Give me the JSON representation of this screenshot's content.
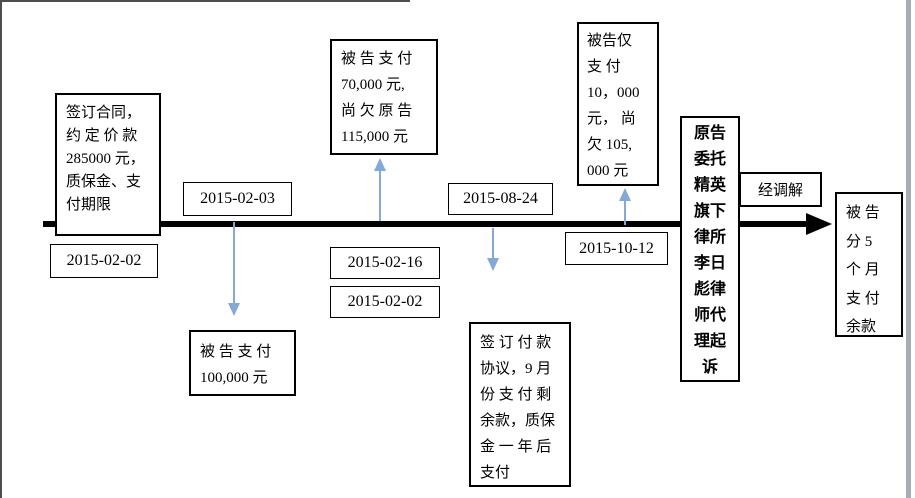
{
  "diagram": {
    "colors": {
      "timeline_black": "#000000",
      "connector_blue": "#84a9d4",
      "page_edge_gray": "#a8acb5"
    },
    "nodes": {
      "contract": {
        "lines": [
          "签订合同，",
          "约 定 价 款",
          "285000 元，",
          "质保金、支",
          "付期限"
        ]
      },
      "contract_date": {
        "label": "2015-02-02"
      },
      "date_0203": {
        "label": "2015-02-03"
      },
      "pay_100k": {
        "lines": [
          "被 告 支 付",
          "100,000 元"
        ]
      },
      "pay_70k": {
        "lines": [
          "被 告 支 付",
          "70,000 元,",
          "尚 欠 原 告",
          "115,000 元"
        ]
      },
      "date_0824": {
        "label": "2015-08-24"
      },
      "date_0216": {
        "label": "2015-02-16"
      },
      "date_0202": {
        "label": "2015-02-02"
      },
      "agreement": {
        "lines": [
          "签 订 付 款",
          "协议，9 月",
          "份 支 付 剩",
          "余款，质保",
          "金 一 年 后",
          "支付"
        ]
      },
      "pay_10k": {
        "lines": [
          "被告仅",
          "支  付",
          "10，000",
          "元， 尚",
          "欠 105,",
          "000 元"
        ]
      },
      "date_1012": {
        "label": "2015-10-12"
      },
      "lawyer": {
        "lines": [
          "原告",
          "委托",
          "精英",
          "旗下",
          "律所",
          "李日",
          "彪律",
          "师代",
          "理起",
          "诉"
        ]
      },
      "mediation": {
        "label": "经调解"
      },
      "settlement": {
        "lines": [
          "被 告",
          "分  5",
          "个 月",
          "支 付",
          "余款"
        ]
      }
    }
  }
}
